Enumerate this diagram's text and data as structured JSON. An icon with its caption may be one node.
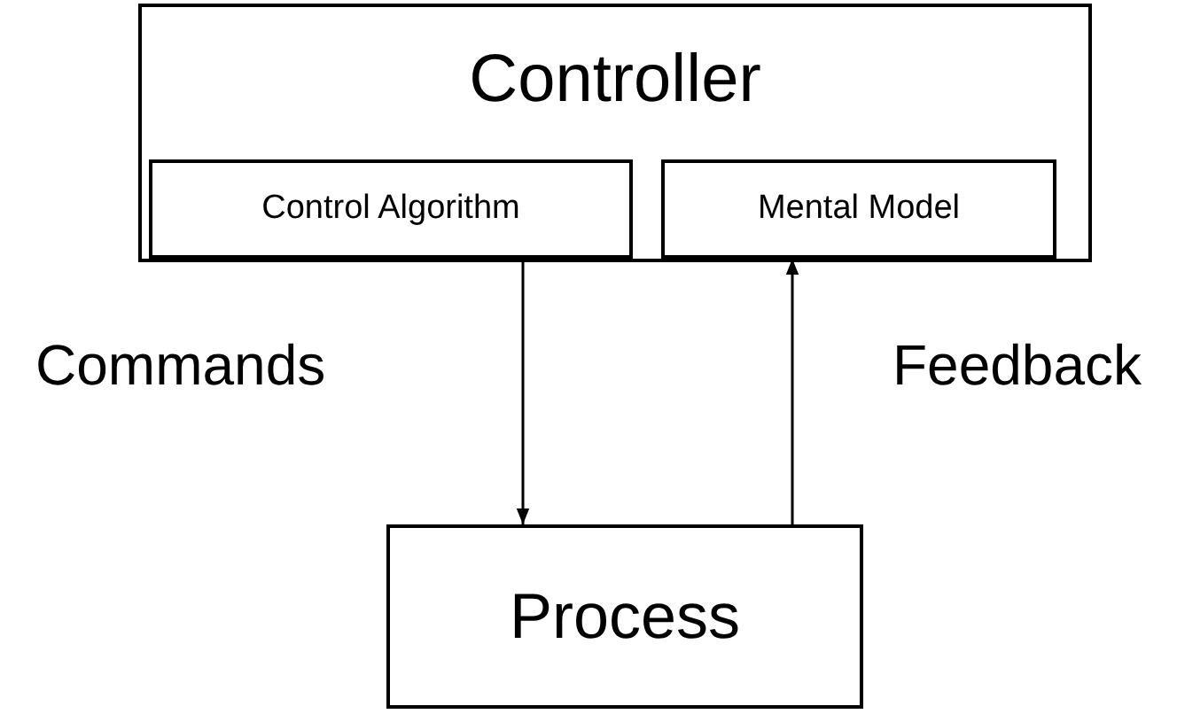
{
  "diagram": {
    "nodes": [
      {
        "text": [
          "Controller"
        ]
      },
      {
        "text": [
          "Control Algorithm"
        ],
        "in": 0
      },
      {
        "text": [
          "Mental Model"
        ],
        "in": 0
      },
      {
        "text": [
          "Process"
        ]
      }
    ],
    "edges": [
      {
        "from": 1,
        "to": 3,
        "arrow": "to",
        "label": "Commands"
      },
      {
        "from": 3,
        "to": 2,
        "arrow": "to",
        "label": "Feedback"
      }
    ]
  }
}
